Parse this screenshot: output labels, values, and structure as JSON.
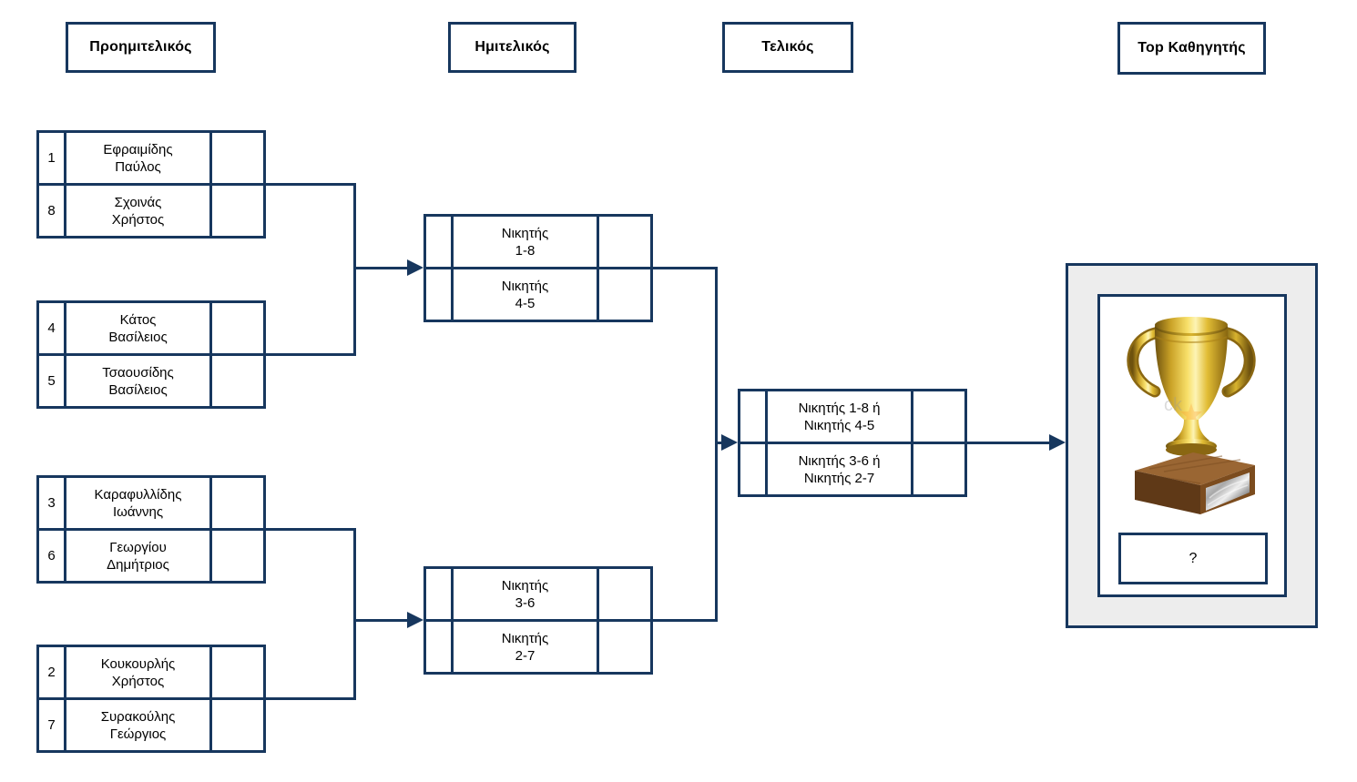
{
  "colors": {
    "line": "#17375E",
    "panel_bg": "#EDEDED",
    "text": "#000000"
  },
  "headers": {
    "quarterfinal": "Προημιτελικός",
    "semifinal": "Ημιτελικός",
    "final": "Τελικός",
    "champion": "Top Καθηγητής"
  },
  "qf": [
    {
      "seed": "1",
      "line1": "Εφραιμίδης",
      "line2": "Παύλος",
      "score": ""
    },
    {
      "seed": "8",
      "line1": "Σχοινάς",
      "line2": "Χρήστος",
      "score": ""
    },
    {
      "seed": "4",
      "line1": "Κάτος",
      "line2": "Βασίλειος",
      "score": ""
    },
    {
      "seed": "5",
      "line1": "Τσαουσίδης",
      "line2": "Βασίλειος",
      "score": ""
    },
    {
      "seed": "3",
      "line1": "Καραφυλλίδης",
      "line2": "Ιωάννης",
      "score": ""
    },
    {
      "seed": "6",
      "line1": "Γεωργίου",
      "line2": "Δημήτριος",
      "score": ""
    },
    {
      "seed": "2",
      "line1": "Κουκουρλής",
      "line2": "Χρήστος",
      "score": ""
    },
    {
      "seed": "7",
      "line1": "Συρακούλης",
      "line2": "Γεώργιος",
      "score": ""
    }
  ],
  "sf": [
    {
      "seed": "",
      "line1": "Νικητής",
      "line2": "1-8",
      "score": ""
    },
    {
      "seed": "",
      "line1": "Νικητής",
      "line2": "4-5",
      "score": ""
    },
    {
      "seed": "",
      "line1": "Νικητής",
      "line2": "3-6",
      "score": ""
    },
    {
      "seed": "",
      "line1": "Νικητής",
      "line2": "2-7",
      "score": ""
    }
  ],
  "final": [
    {
      "seed": "",
      "line1": "Νικητής  1-8 ή",
      "line2": "Νικητής 4-5",
      "score": ""
    },
    {
      "seed": "",
      "line1": "Νικητής 3-6 ή",
      "line2": "Νικητής 2-7",
      "score": ""
    }
  ],
  "trophy": {
    "placeholder": "?",
    "watermark": "ck"
  }
}
